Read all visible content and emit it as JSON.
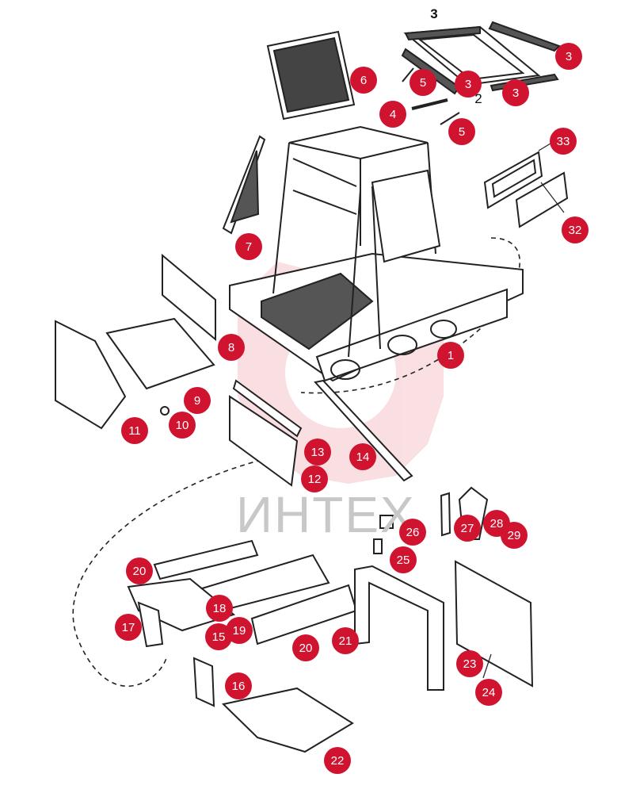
{
  "watermark": {
    "text": "ИНТЕХ",
    "color": "#f2a6ad"
  },
  "accent_color": "#d0132f",
  "line_color": "#222222",
  "top_labels": [
    {
      "id": "label-top-3",
      "text": "3"
    },
    {
      "id": "label-inner-2",
      "text": "2"
    }
  ],
  "callouts": [
    "3",
    "5",
    "3",
    "3",
    "6",
    "4",
    "5",
    "33",
    "32",
    "7",
    "8",
    "1",
    "9",
    "10",
    "11",
    "13",
    "12",
    "14",
    "26",
    "27",
    "28",
    "29",
    "25",
    "20",
    "18",
    "17",
    "15",
    "19",
    "20",
    "21",
    "23",
    "24",
    "16",
    "22"
  ]
}
